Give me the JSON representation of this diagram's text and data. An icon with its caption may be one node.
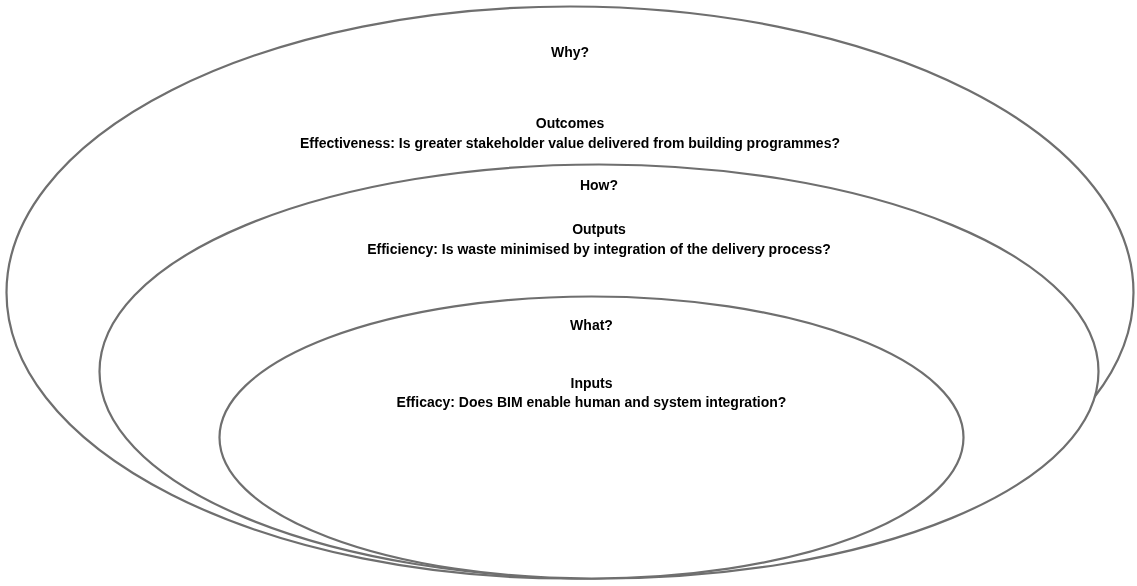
{
  "diagram": {
    "nodes": [
      {
        "text": [
          "Why?",
          "Outcomes",
          "Effectiveness: Is greater stakeholder value delivered from building programmes?"
        ]
      },
      {
        "text": [
          "How?",
          "Outputs",
          "Efficiency: Is waste minimised by integration of the delivery process?"
        ],
        "in": 0
      },
      {
        "text": [
          "What?",
          "Inputs",
          "Efficacy: Does BIM enable human and system integration?"
        ],
        "in": 1
      }
    ]
  }
}
